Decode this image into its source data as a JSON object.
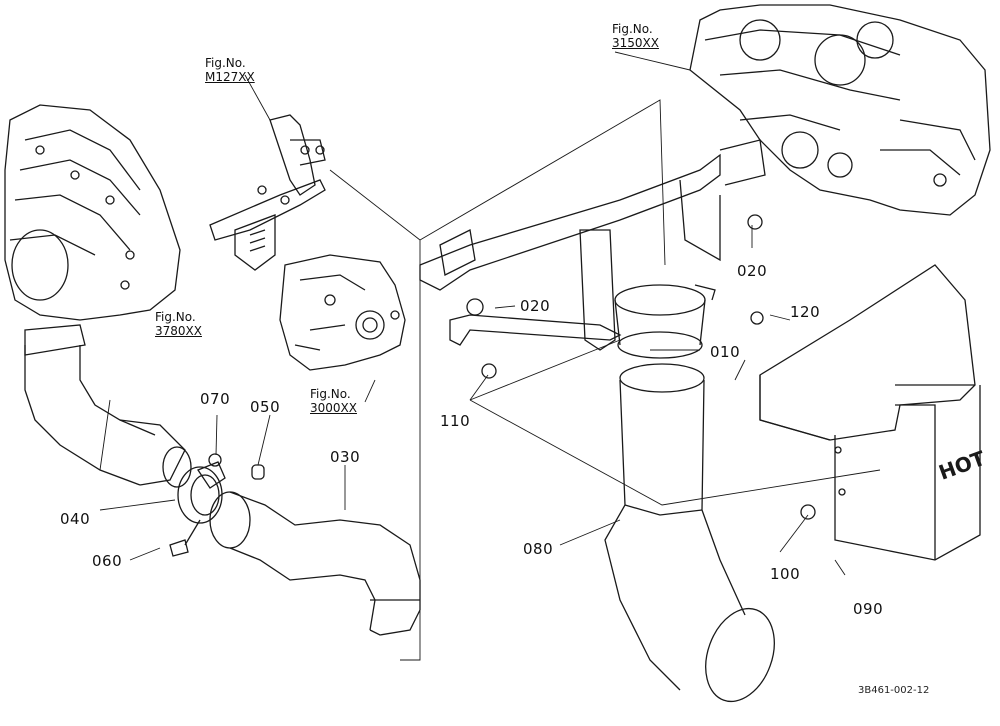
{
  "fig_refs": [
    {
      "id": "m127",
      "title": "Fig.No.",
      "number": "M127XX"
    },
    {
      "id": "f3150",
      "title": "Fig.No.",
      "number": "3150XX"
    },
    {
      "id": "f3780",
      "title": "Fig.No.",
      "number": "3780XX"
    },
    {
      "id": "f3000",
      "title": "Fig.No.",
      "number": "3000XX"
    }
  ],
  "parts": {
    "p010": "010",
    "p020a": "020",
    "p020b": "020",
    "p030": "030",
    "p040": "040",
    "p050": "050",
    "p060": "060",
    "p070": "070",
    "p080": "080",
    "p090": "090",
    "p100": "100",
    "p110": "110",
    "p120": "120"
  },
  "hot_label": "HOT",
  "drawing_ref": "3B461-002-12",
  "colors": {
    "line": "#1a1a1a",
    "background": "#ffffff"
  }
}
